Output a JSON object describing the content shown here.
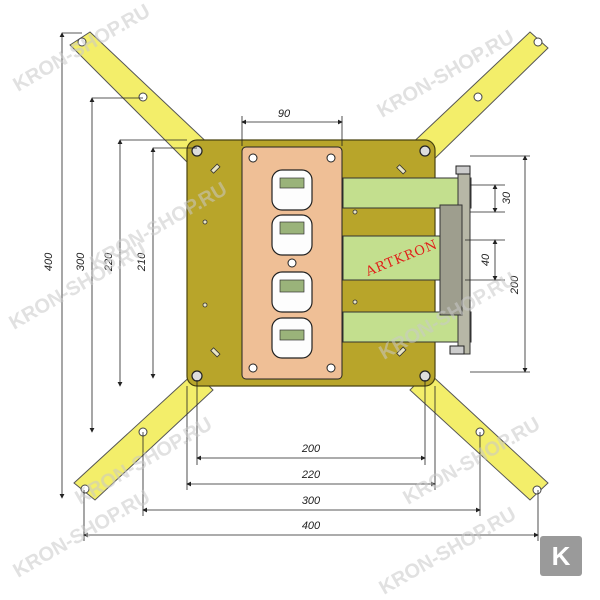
{
  "dimensions": {
    "top_width": "90",
    "left_outer": "400",
    "left_300": "300",
    "left_220": "220",
    "left_210": "210",
    "right_30": "30",
    "right_40": "40",
    "right_200": "200",
    "bottom_200": "200",
    "bottom_220": "220",
    "bottom_300": "300",
    "bottom_400": "400"
  },
  "brand_label": "ARTKRON",
  "watermarks": [
    "KRON-SHOP.RU",
    "KRON-SHOP.RU",
    "KRON-SHOP.RU",
    "KRON-SHOP.RU",
    "KRON-SHOP.RU",
    "KRON-SHOP.RU",
    "KRON-SHOP.RU",
    "KRON-SHOP.RU",
    "KRON-SHOP.RU"
  ],
  "badge_letter": "K",
  "colors": {
    "arm_yellow": "#f3ee6a",
    "plate_olive": "#b8a52a",
    "slider_green": "#c3df8e",
    "center_plate": "#efbf96"
  }
}
